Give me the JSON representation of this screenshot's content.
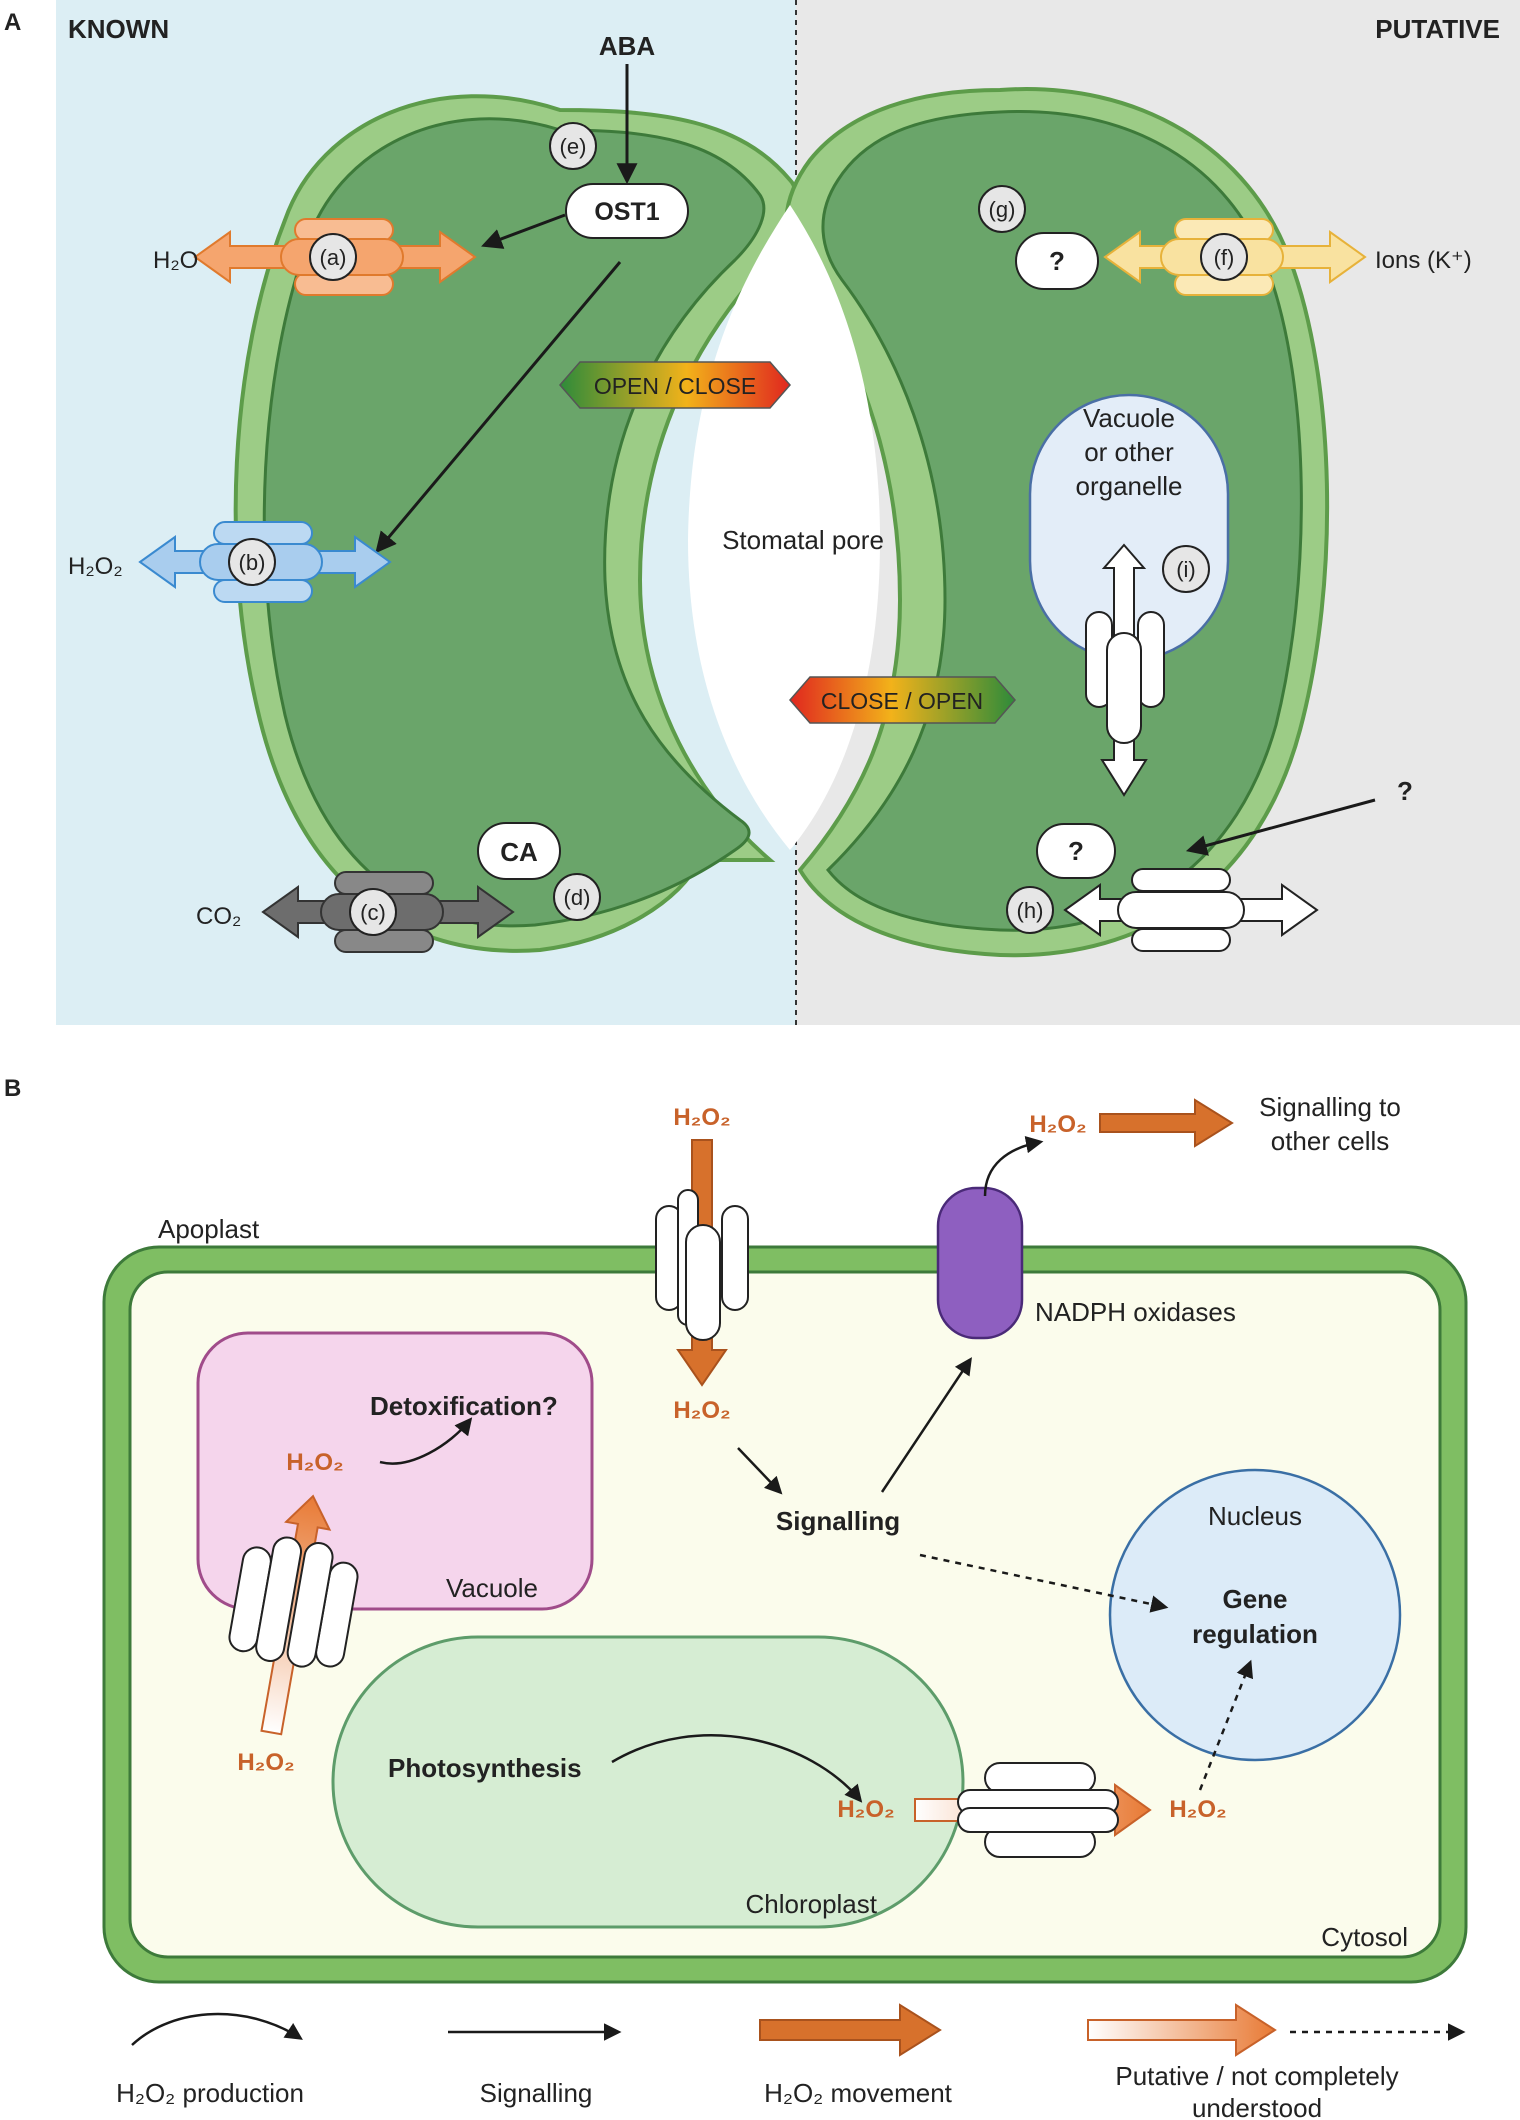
{
  "panelA": {
    "letter": "A",
    "known_label": "KNOWN",
    "putative_label": "PUTATIVE",
    "aba": "ABA",
    "ost1": "OST1",
    "ca": "CA",
    "stomatal_pore": "Stomatal pore",
    "open_close": "OPEN / CLOSE",
    "close_open": "CLOSE / OPEN",
    "h2o": "H₂O",
    "h2o2": "H₂O₂",
    "co2": "CO₂",
    "ions": "Ions (K⁺)",
    "vacuole_line1": "Vacuole",
    "vacuole_line2": "or other",
    "vacuole_line3": "organelle",
    "question": "?",
    "markers": {
      "a": "(a)",
      "b": "(b)",
      "c": "(c)",
      "d": "(d)",
      "e": "(e)",
      "f": "(f)",
      "g": "(g)",
      "h": "(h)",
      "i": "(i)"
    }
  },
  "panelB": {
    "letter": "B",
    "h2o2": "H₂O₂",
    "signalling_to_1": "Signalling to",
    "signalling_to_2": "other cells",
    "apoplast": "Apoplast",
    "nadph": "NADPH oxidases",
    "detox": "Detoxification?",
    "vacuole": "Vacuole",
    "signalling": "Signalling",
    "nucleus": "Nucleus",
    "gene_1": "Gene",
    "gene_2": "regulation",
    "photosynthesis": "Photosynthesis",
    "chloroplast": "Chloroplast",
    "cytosol": "Cytosol"
  },
  "legend": {
    "production": "H₂O₂ production",
    "signalling": "Signalling",
    "movement": "H₂O₂ movement",
    "putative_1": "Putative / not completely",
    "putative_2": "understood"
  },
  "colors": {
    "known_bg": "#dceef4",
    "putative_bg": "#e8e8e8",
    "cell_dark": "#6aa56a",
    "cell_wall": "#9ccc86",
    "h2o_channel": "#f5a56e",
    "h2o2_channel": "#a9cdee",
    "co2_channel": "#6d6d6d",
    "ion_channel": "#f9e2a0",
    "orange": "#c8622a",
    "vacuole_pink": "#f5d5ec",
    "chloroplast_green": "#d6edd3",
    "nucleus_blue": "#dcebf8",
    "nadph_purple": "#8e5fc0",
    "cytosol_bg": "#fbfcec"
  }
}
